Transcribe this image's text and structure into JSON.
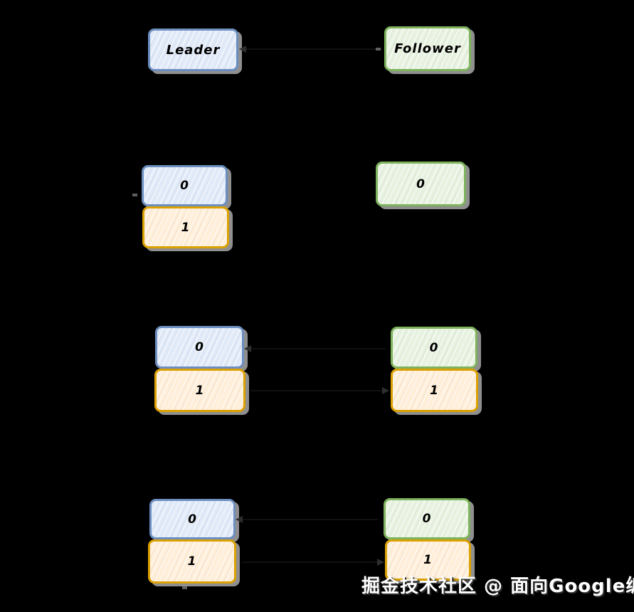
{
  "colors": {
    "background": "#000000",
    "leader_fill": "#dfe9f8",
    "leader_stroke": "#6c8ebf",
    "follower_fill": "#e6f2df",
    "follower_stroke": "#7eb25c",
    "log_fill": "#ffeed8",
    "log_stroke": "#dba102",
    "text": "#000000",
    "shadow": "#8f8f8f",
    "watermark_color": "#ffffff"
  },
  "nodes": {
    "leader_label": "Leader",
    "follower_label": "Follower"
  },
  "steps": {
    "step1": {
      "leader_log": [
        "0",
        "1"
      ],
      "follower_log": [
        "0"
      ]
    },
    "step2": {
      "leader_log": [
        "0",
        "1"
      ],
      "follower_log": [
        "0",
        "1"
      ]
    },
    "step3": {
      "leader_log": [
        "0",
        "1"
      ],
      "follower_log": [
        "0",
        "1"
      ]
    }
  },
  "watermark": {
    "text": "掘金技术社区 @ 面向Google编程"
  }
}
